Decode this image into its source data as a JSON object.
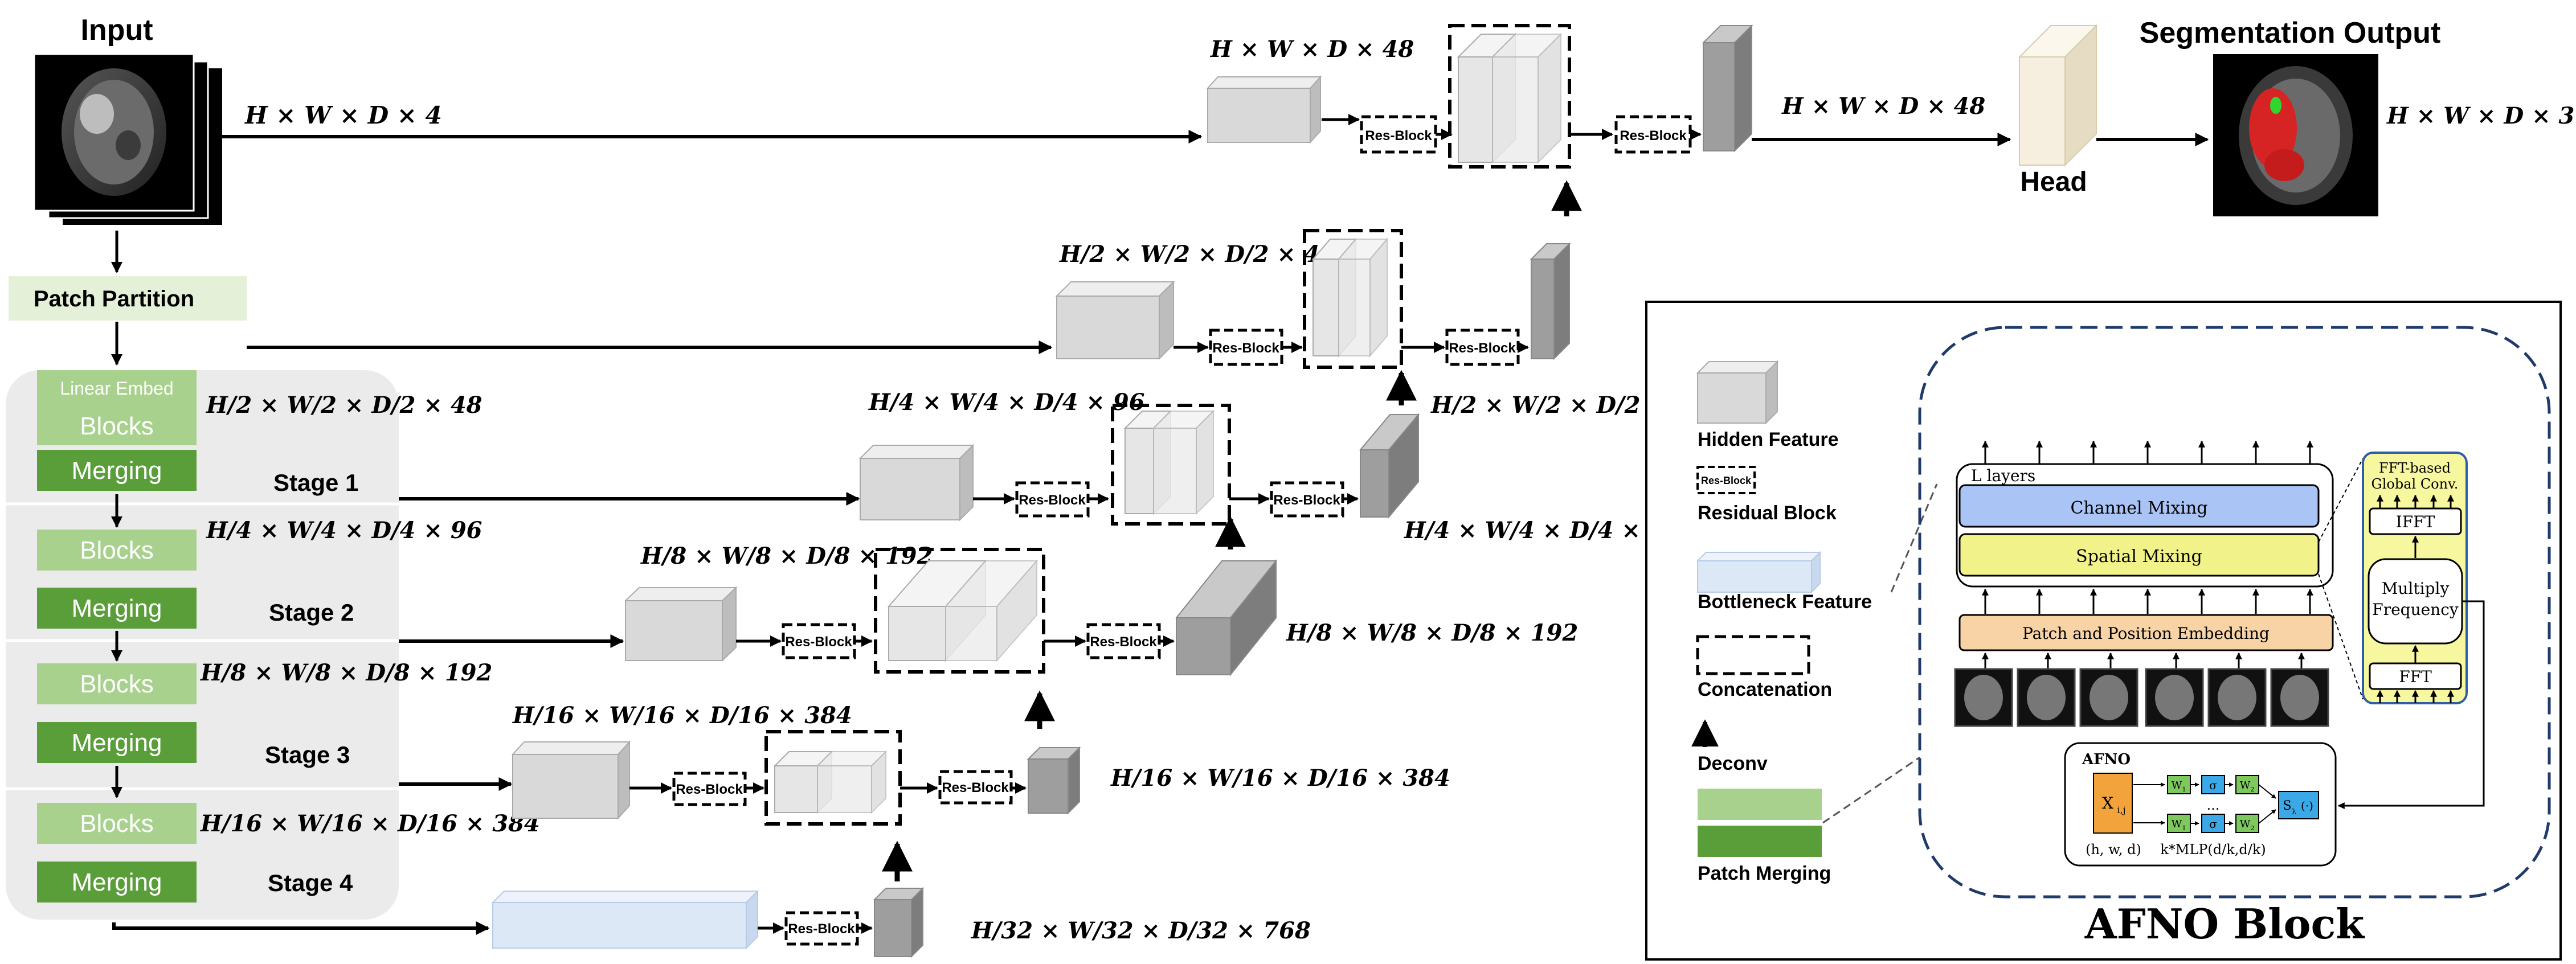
{
  "labels": {
    "input": "Input",
    "segmentation_output": "Segmentation Output",
    "head": "Head",
    "patch_partition": "Patch Partition",
    "linear_embed": "Linear Embed",
    "blocks": "Blocks",
    "merging": "Merging",
    "res_block": "Res-Block",
    "afno_block": "AFNO Block"
  },
  "stages": [
    "Stage 1",
    "Stage 2",
    "Stage 3",
    "Stage 4"
  ],
  "dims": {
    "input": "H × W × D × 4",
    "output": "H × W × D × 3",
    "top_feature": "H × W × D × 48",
    "head_in": "H × W × D × 48",
    "d2": "H/2 × W/2 × D/2 × 48",
    "d4": "H/4 × W/4 × D/4 × 96",
    "d8": "H/8 × W/8 × D/8 × 192",
    "d16": "H/16 × W/16 × D/16 × 384",
    "d32": "H/32 × W/32 × D/32 × 768"
  },
  "legend": {
    "hidden_feature": "Hidden Feature",
    "residual_block": "Residual Block",
    "res_block_small": "Res-Block",
    "bottleneck_feature": "Bottleneck Feature",
    "concatenation": "Concatenation",
    "deconv": "Deconv",
    "patch_merging": "Patch Merging"
  },
  "afno": {
    "l_layers": "L layers",
    "channel_mixing": "Channel Mixing",
    "spatial_mixing": "Spatial Mixing",
    "patch_embedding": "Patch and Position Embedding",
    "fft_title_1": "FFT-based",
    "fft_title_2": "Global Conv.",
    "ifft": "IFFT",
    "multiply_1": "Multiply",
    "multiply_2": "Frequency",
    "fft": "FFT",
    "afno": "AFNO",
    "x_ij": "X",
    "x_sub": "i,j",
    "hwd": "(h, w, d)",
    "mlp": "k*MLP(d/k,d/k)",
    "s_lambda": "S",
    "s_sub": "λ",
    "s_tail": "(·)",
    "dots": "...",
    "sigma": "σ",
    "w1": "W",
    "w1_sub": "1",
    "w2": "W",
    "w2_sub": "2"
  },
  "colors": {
    "hidden_light": "#d9d9d9",
    "hidden_dark": "#9e9e9e",
    "patch_partition_bg": "#e4f0d8",
    "blocks_bg": "#a9d18e",
    "merging_bg": "#5a9e3a",
    "stage_panel": "#ebebeb",
    "bottleneck": "#dde8f6",
    "head": "#f6efe0",
    "channel_mixing": "#a9c4f5",
    "spatial_mixing": "#f2f28a",
    "patch_embedding": "#f8d3a6",
    "fft_panel": "#f7f7a0",
    "x_box": "#f3a33c",
    "w_box": "#7dc95e",
    "s_box": "#3ba8e8"
  }
}
